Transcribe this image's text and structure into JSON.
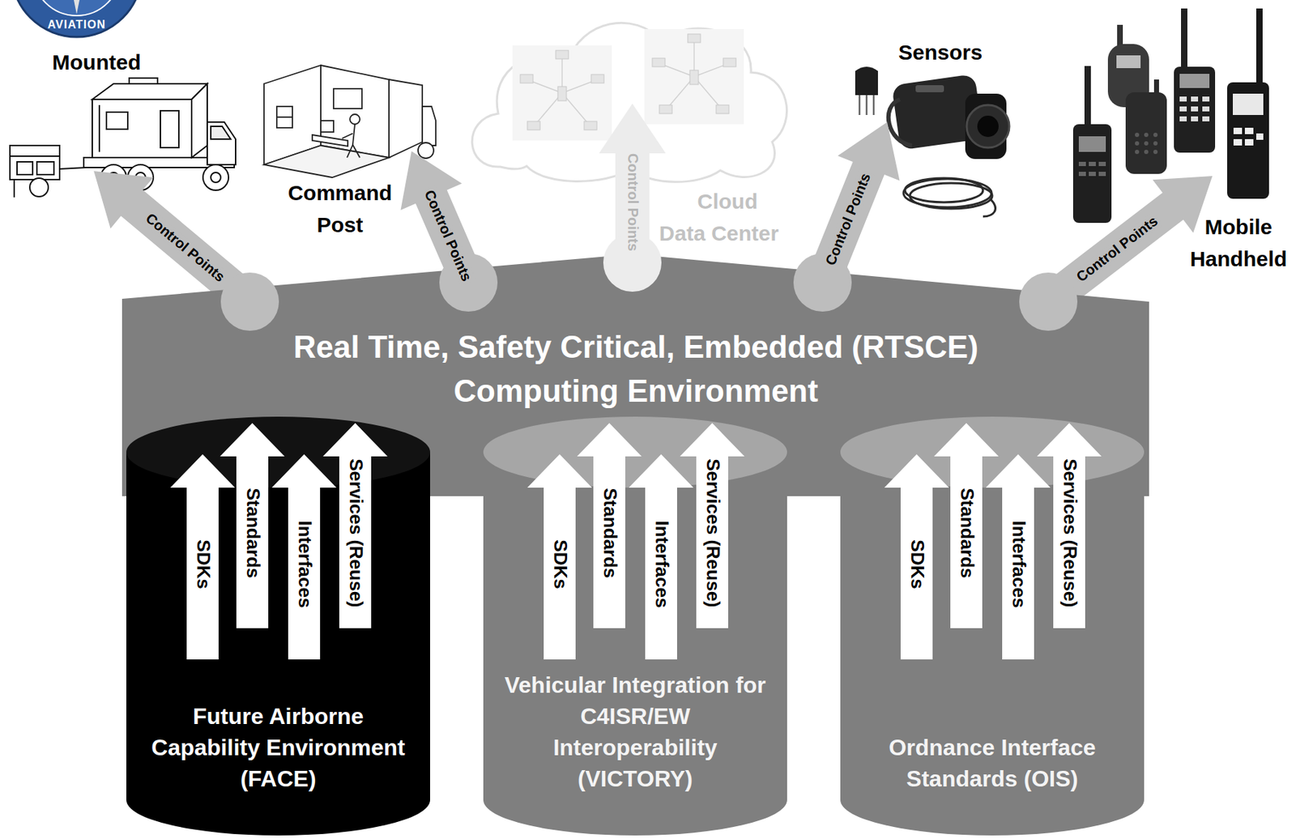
{
  "diagram": {
    "nodes": [
      {
        "text": [
          "Mounted"
        ]
      },
      {
        "text": [
          "Command Post"
        ]
      },
      {
        "text": [
          "Cloud Data Center"
        ]
      },
      {
        "text": [
          "Sensors"
        ]
      },
      {
        "text": [
          "Mobile Handheld"
        ]
      },
      {
        "text": [
          "Real Time, Safety Critical, Embedded (RTSCE) Computing Environment"
        ]
      },
      {
        "text": [
          "Future Airborne Capability Environment (FACE)"
        ]
      },
      {
        "text": [
          "SDKs"
        ],
        "in": 6
      },
      {
        "text": [
          "Standards"
        ],
        "in": 6
      },
      {
        "text": [
          "Interfaces"
        ],
        "in": 6
      },
      {
        "text": [
          "Services (Reuse)"
        ],
        "in": 6
      },
      {
        "text": [
          "Vehicular Integration for C4ISR/EW Interoperability (VICTORY)"
        ]
      },
      {
        "text": [
          "SDKs"
        ],
        "in": 11
      },
      {
        "text": [
          "Standards"
        ],
        "in": 11
      },
      {
        "text": [
          "Interfaces"
        ],
        "in": 11
      },
      {
        "text": [
          "Services (Reuse)"
        ],
        "in": 11
      },
      {
        "text": [
          "Ordnance Interface Standards (OIS)"
        ]
      },
      {
        "text": [
          "SDKs"
        ],
        "in": 16
      },
      {
        "text": [
          "Standards"
        ],
        "in": 16
      },
      {
        "text": [
          "Interfaces"
        ],
        "in": 16
      },
      {
        "text": [
          "Services (Reuse)"
        ],
        "in": 16
      }
    ],
    "edges": [
      {
        "from": 5,
        "to": 0,
        "label": "Control Points",
        "arrow": "to"
      },
      {
        "from": 5,
        "to": 1,
        "label": "Control Points",
        "arrow": "to"
      },
      {
        "from": 5,
        "to": 2,
        "label": "Control Points",
        "arrow": "to"
      },
      {
        "from": 5,
        "to": 3,
        "label": "Control Points",
        "arrow": "to"
      },
      {
        "from": 5,
        "to": 4,
        "label": "Control Points",
        "arrow": "to"
      }
    ],
    "labels": [
      "AVIATION"
    ]
  }
}
